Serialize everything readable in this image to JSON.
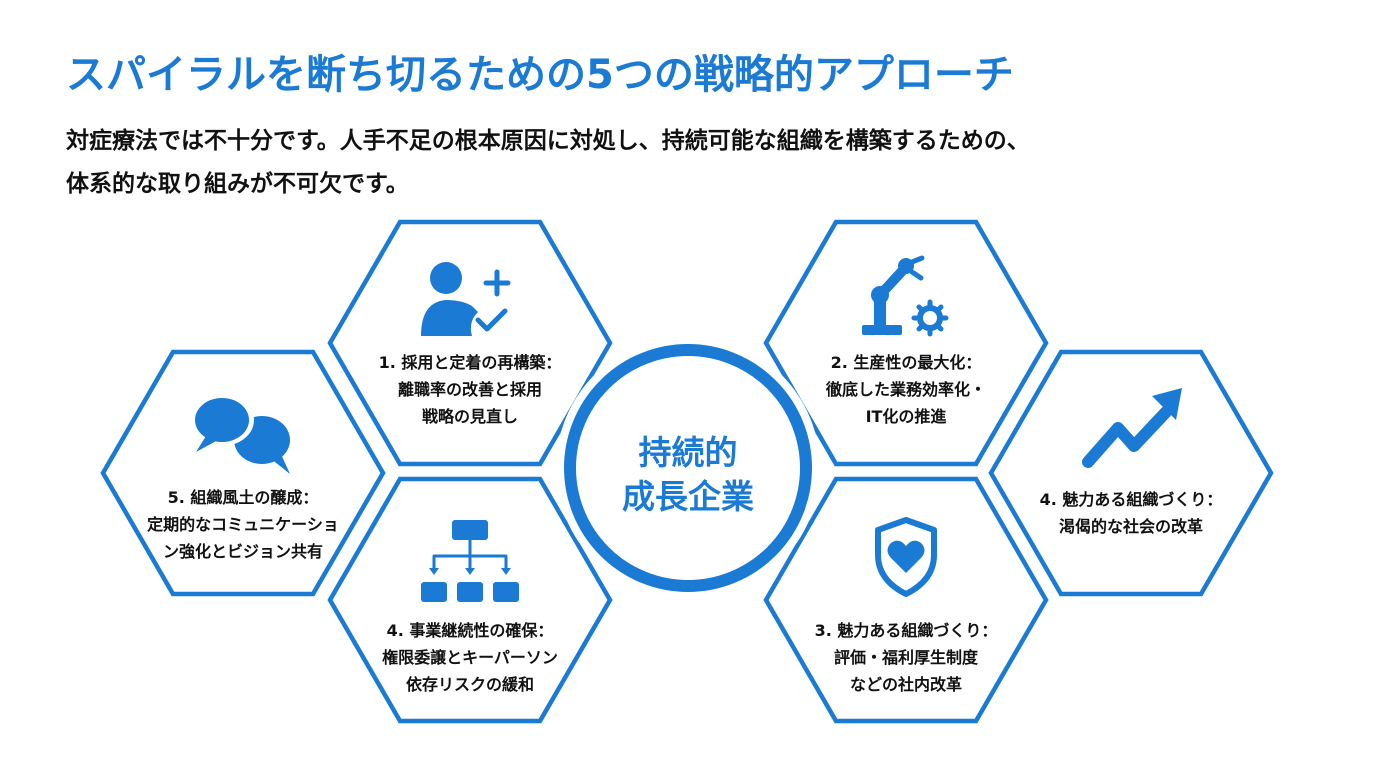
{
  "header": {
    "title": "スパイラルを断ち切るための5つの戦略的アプローチ",
    "subtitle_line1": "対症療法では不十分です。人手不足の根本原因に対処し、持続可能な組織を構築するための、",
    "subtitle_line2": "体系的な取り組みが不可欠です。"
  },
  "center": {
    "line1": "持続的",
    "line2": "成長企業"
  },
  "colors": {
    "accent": "#1a7ad4",
    "text": "#111111"
  },
  "strategies": [
    {
      "icon": "user-add-check-icon",
      "lines": [
        "1. 採用と定着の再構築：",
        "離職率の改善と採用",
        "戦略の見直し"
      ]
    },
    {
      "icon": "robot-arm-gear-icon",
      "lines": [
        "2. 生産性の最大化：",
        "徹底した業務効率化・",
        "IT化の推進"
      ]
    },
    {
      "icon": "shield-heart-icon",
      "lines": [
        "3. 魅力ある組織づくり：",
        "評価・福利厚生制度",
        "などの社内改革"
      ]
    },
    {
      "icon": "trend-up-arrow-icon",
      "lines": [
        "4. 魅力ある組織づくり：",
        "渇偈的な社会の改革"
      ]
    },
    {
      "icon": "org-chart-icon",
      "lines": [
        "4. 事業継続性の確保：",
        "権限委譲とキーパーソン",
        "依存リスクの緩和"
      ]
    },
    {
      "icon": "chat-bubbles-icon",
      "lines": [
        "5. 組織風土の醸成：",
        "定期的なコミュニケーショ",
        "ン強化とビジョン共有"
      ]
    }
  ]
}
